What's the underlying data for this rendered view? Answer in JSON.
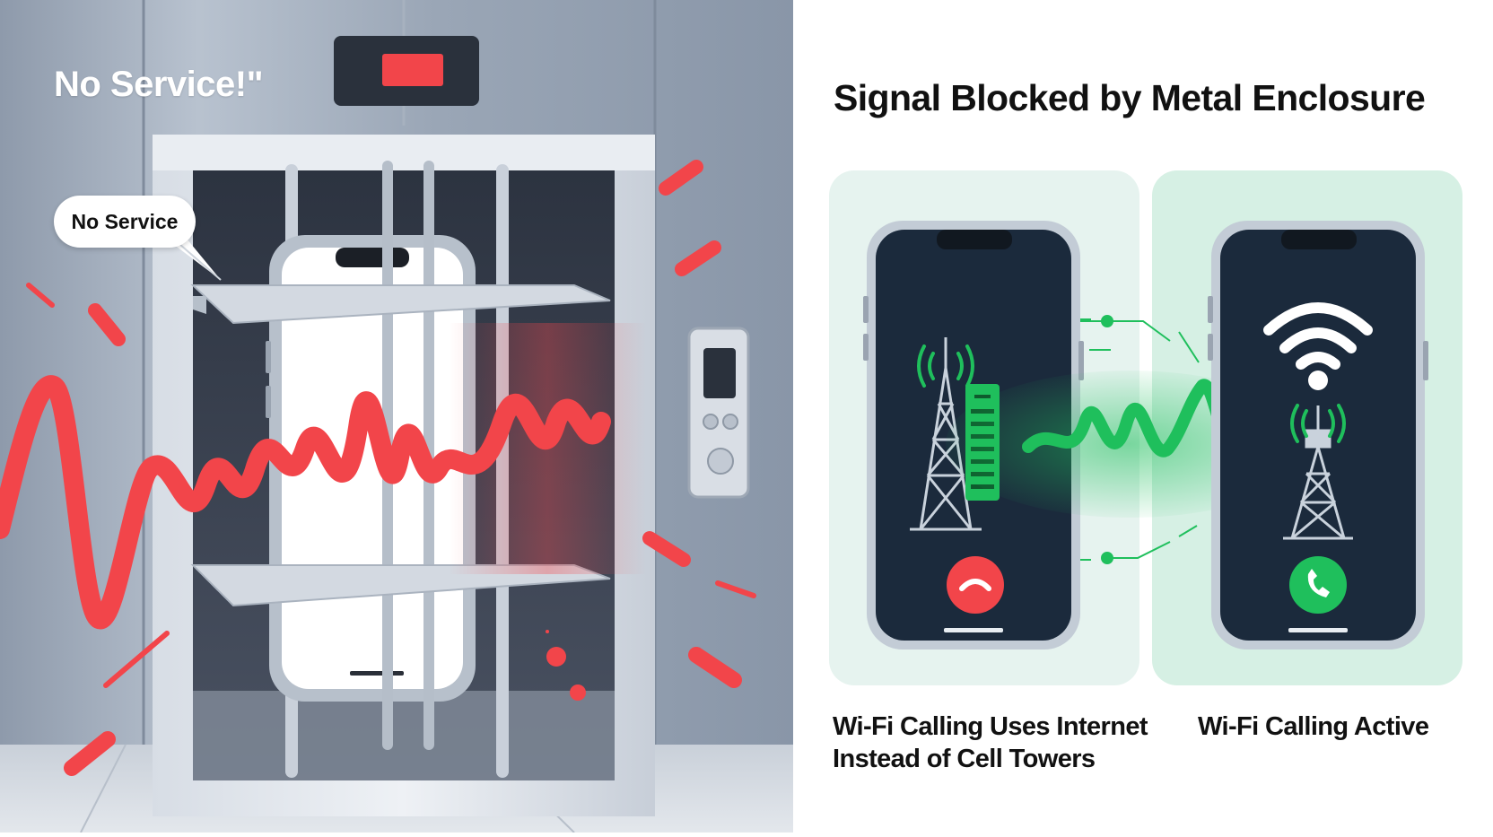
{
  "left": {
    "headline": "No Service!\"",
    "bubble": "No Service"
  },
  "right": {
    "headline": "Signal Blocked by Metal Enclosure",
    "caption_left_line1": "Wi-Fi Calling Uses Internet",
    "caption_left_line2": "Instead of Cell Towers",
    "caption_right": "Wi-Fi Calling Active"
  },
  "colors": {
    "signal_red": "#f2454a",
    "signal_green": "#1fbf5c",
    "phone_screen": "#1b2a3c",
    "panel_mint_left": "#e6f3ef",
    "panel_mint_right": "#d6f0e4"
  },
  "icons": [
    "cell-tower-icon",
    "wifi-icon",
    "end-call-icon",
    "answer-call-icon",
    "server-icon"
  ]
}
